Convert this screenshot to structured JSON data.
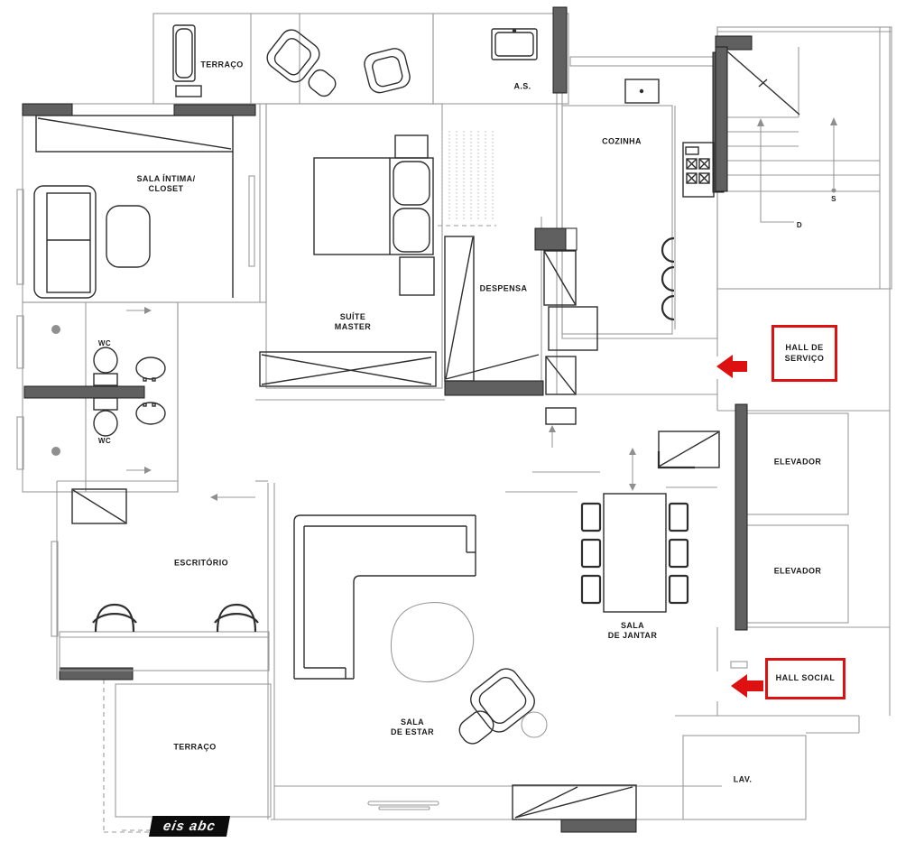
{
  "colors": {
    "wall_light": "#9a9a9a",
    "wall_dark_fill": "#606060",
    "line_dark": "#2e2e2e",
    "annotation_red": "#dd1111",
    "watermark_bg": "#0c0c0c",
    "watermark_text": "#f5f5f5",
    "label_color": "#1c1c1c"
  },
  "rooms": {
    "terraco_top": {
      "label": "TERRAÇO"
    },
    "sala_intima": {
      "line1": "SALA ÍNTIMA/",
      "line2": "CLOSET"
    },
    "area_servico": {
      "label": "A.S."
    },
    "cozinha": {
      "label": "COZINHA"
    },
    "suite": {
      "line1": "SUÍTE",
      "line2": "MASTER"
    },
    "despensa": {
      "label": "DESPENSA"
    },
    "wc_top": {
      "label": "WC"
    },
    "wc_bottom": {
      "label": "WC"
    },
    "escritorio": {
      "label": "ESCRITÓRIO"
    },
    "sala_jantar": {
      "line1": "SALA",
      "line2": "DE JANTAR"
    },
    "sala_estar": {
      "line1": "SALA",
      "line2": "DE ESTAR"
    },
    "terraco_bottom": {
      "label": "TERRAÇO"
    },
    "lavabo": {
      "label": "LAV."
    },
    "elevador_1": {
      "label": "ELEVADOR"
    },
    "elevador_2": {
      "label": "ELEVADOR"
    }
  },
  "annotations": {
    "hall_servico": {
      "line1": "HALL DE",
      "line2": "SERVIÇO"
    },
    "hall_social": {
      "label": "HALL SOCIAL"
    }
  },
  "stairs": {
    "up_label": "S",
    "down_label": "D"
  },
  "watermark": {
    "text": "eis abc"
  }
}
